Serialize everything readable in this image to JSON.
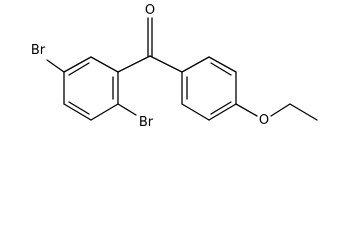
{
  "molecule": {
    "atom_labels": {
      "carbonyl_oxygen": "O",
      "bromine_ring_5": "Br",
      "bromine_ring_2": "Br",
      "ether_oxygen": "O"
    },
    "colors": {
      "bond": "#000000",
      "label": "#000000",
      "background": "#ffffff"
    }
  }
}
